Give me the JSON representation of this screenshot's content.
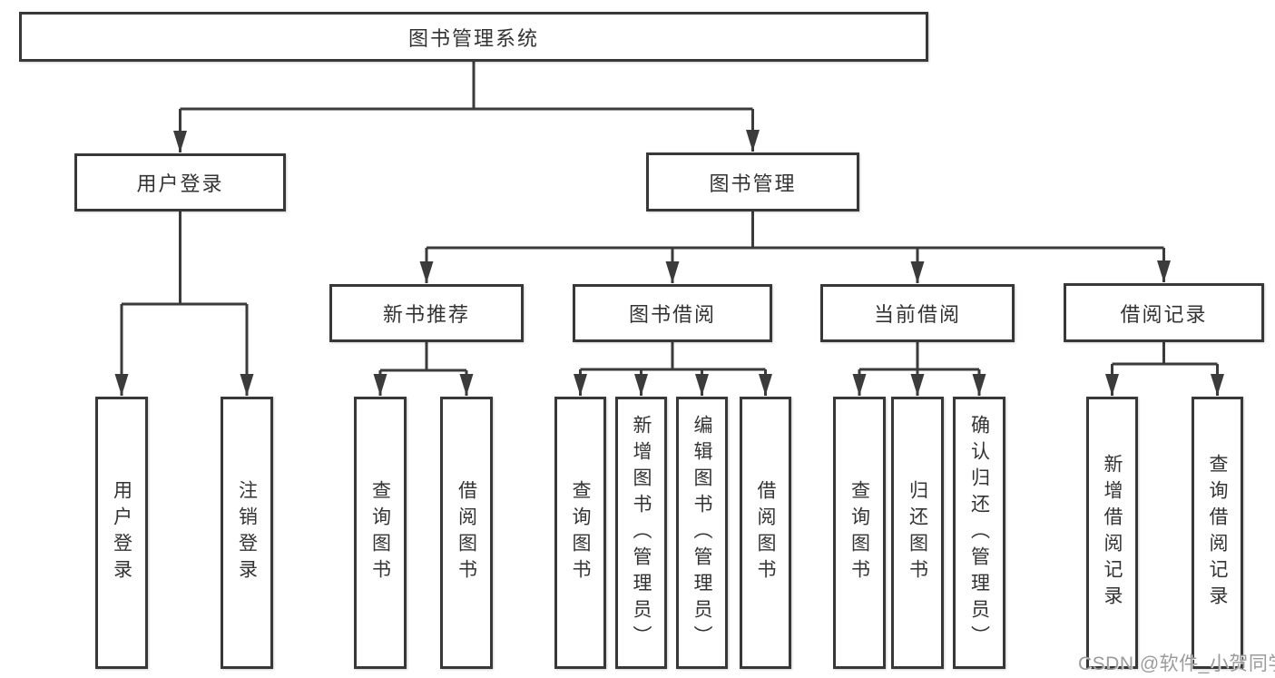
{
  "diagram_type": "hierarchy-tree",
  "tree": {
    "label": "图书管理系统",
    "children": [
      {
        "label": "用户登录",
        "children": [
          {
            "label": "用户登录"
          },
          {
            "label": "注销登录"
          }
        ]
      },
      {
        "label": "图书管理",
        "children": [
          {
            "label": "新书推荐",
            "children": [
              {
                "label": "查询图书"
              },
              {
                "label": "借阅图书"
              }
            ]
          },
          {
            "label": "图书借阅",
            "children": [
              {
                "label": "查询图书"
              },
              {
                "label": "新增图书（管理员）"
              },
              {
                "label": "编辑图书（管理员）"
              },
              {
                "label": "借阅图书"
              }
            ]
          },
          {
            "label": "当前借阅",
            "children": [
              {
                "label": "查询图书"
              },
              {
                "label": "归还图书"
              },
              {
                "label": "确认归还（管理员）"
              }
            ]
          },
          {
            "label": "借阅记录",
            "children": [
              {
                "label": "新增借阅记录"
              },
              {
                "label": "查询借阅记录"
              }
            ]
          }
        ]
      }
    ]
  },
  "watermark": {
    "text": "CSDN @软件_小贺同学"
  },
  "colors": {
    "line": "#3b3b3b",
    "box_border": "#383838",
    "text": "#333333",
    "watermark": "#9b9b9b",
    "background": "#ffffff"
  }
}
